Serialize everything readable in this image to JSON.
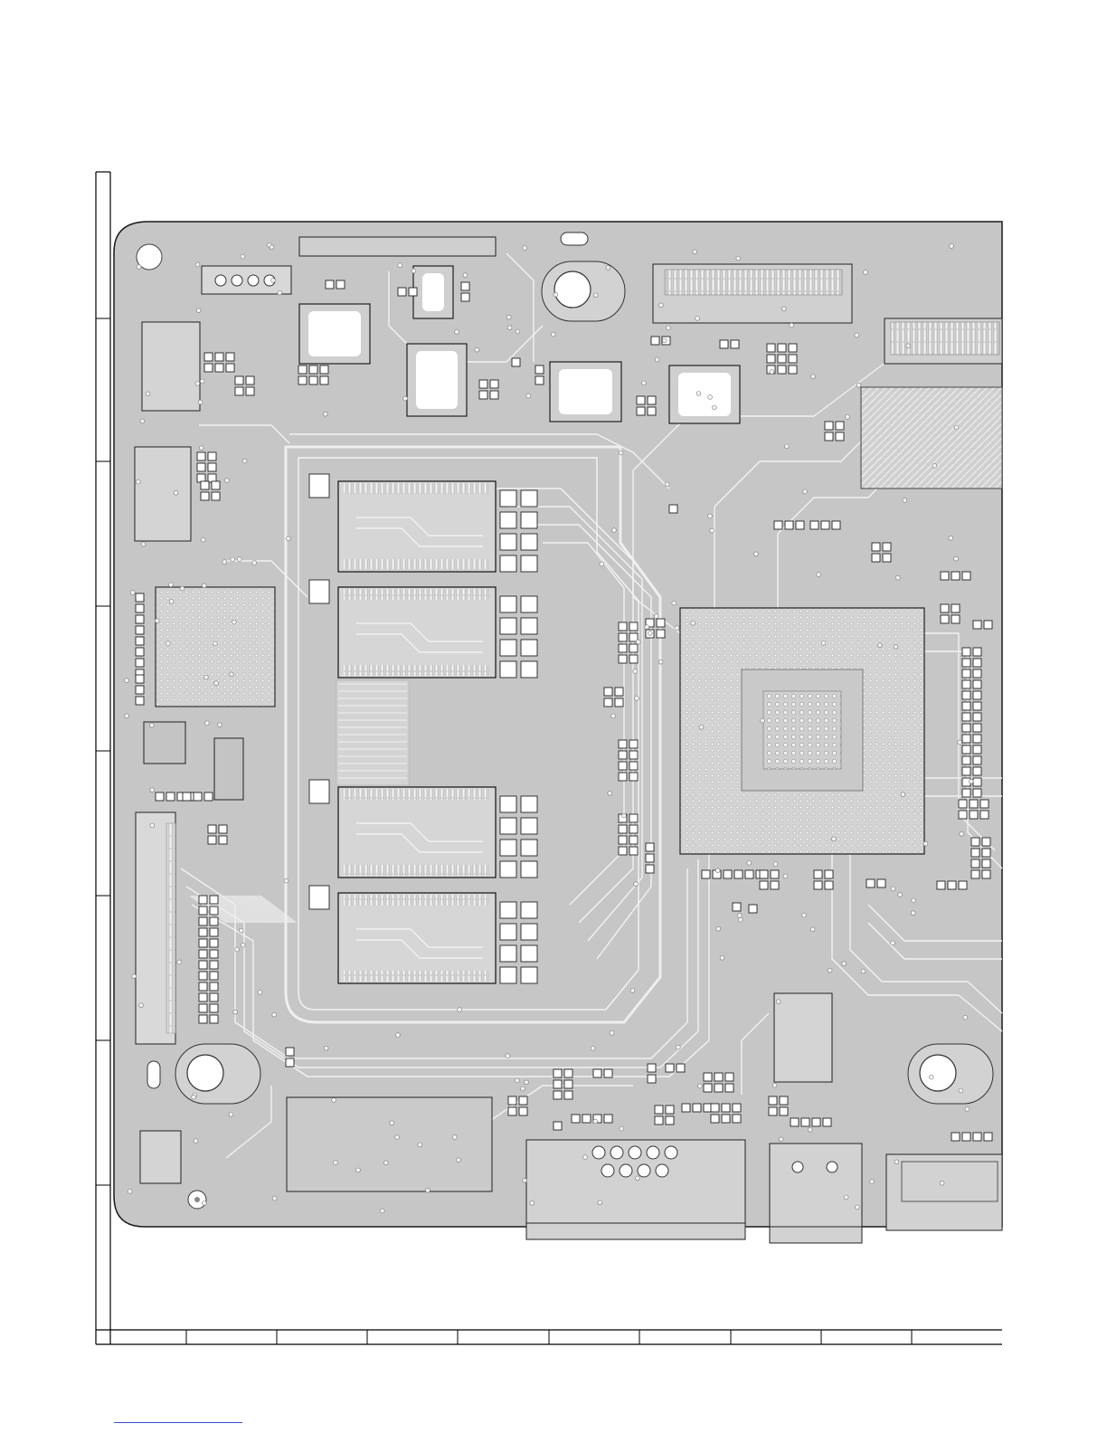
{
  "document": {
    "type": "pcb-layout-sheet",
    "board_color": "#c6c6c6",
    "trace_color": "#f2f2f2",
    "outline_color": "#1a1a1a",
    "component_fill": "#ffffff",
    "frame_color": "#000000",
    "link_color": "#3b4fd8",
    "grid_columns": 10,
    "grid_rows": 8,
    "grid_labels": []
  }
}
